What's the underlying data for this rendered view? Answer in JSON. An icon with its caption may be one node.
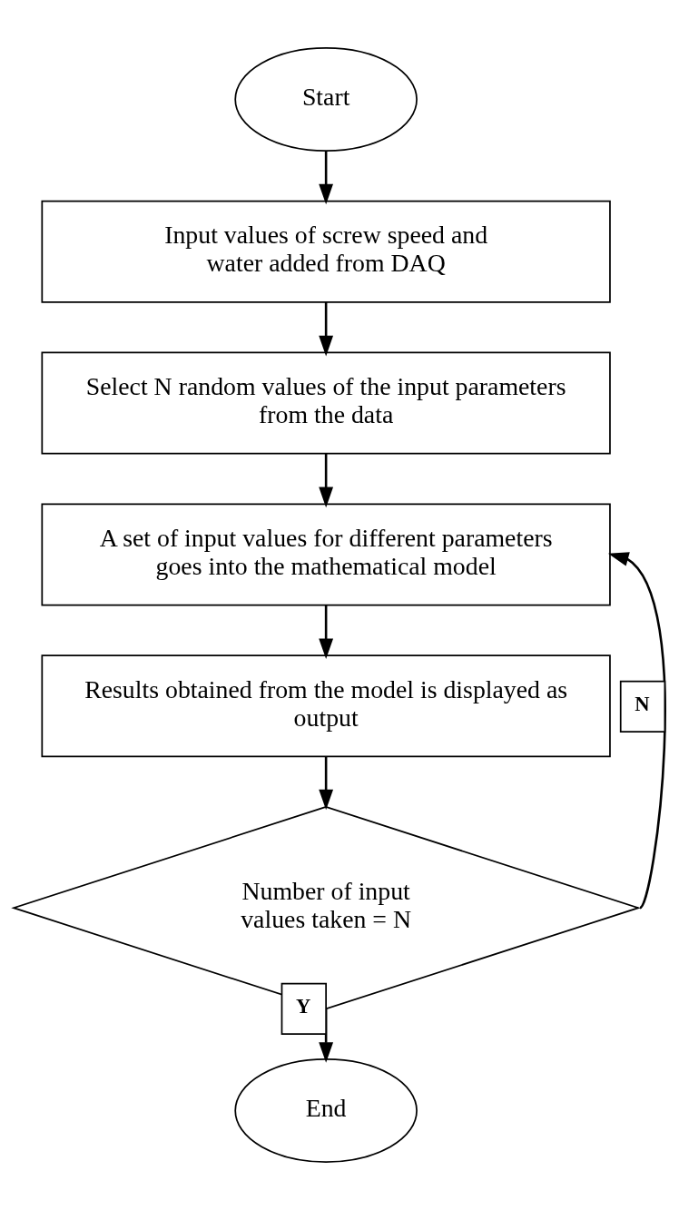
{
  "diagram": {
    "nodes": [
      {
        "text": [
          "Start"
        ]
      },
      {
        "text": [
          "Input values of screw speed and water added from DAQ"
        ]
      },
      {
        "text": [
          "Select N random values of the input parameters from the data"
        ]
      },
      {
        "text": [
          "A set of input values for different parameters goes into the mathematical model"
        ]
      },
      {
        "text": [
          "Results obtained from the model is displayed as output"
        ]
      },
      {
        "text": [
          "Number of input values taken = N"
        ]
      },
      {
        "text": [
          "End"
        ]
      }
    ],
    "edges": [
      {
        "from": 0,
        "to": 1,
        "arrow": "to"
      },
      {
        "from": 1,
        "to": 2,
        "arrow": "to"
      },
      {
        "from": 2,
        "to": 3,
        "arrow": "to"
      },
      {
        "from": 3,
        "to": 4,
        "arrow": "to"
      },
      {
        "from": 4,
        "to": 5,
        "arrow": "to"
      },
      {
        "from": 5,
        "to": 3,
        "label": "N",
        "arrow": "to"
      },
      {
        "from": 5,
        "to": 6,
        "label": "Y",
        "arrow": "to"
      }
    ]
  }
}
